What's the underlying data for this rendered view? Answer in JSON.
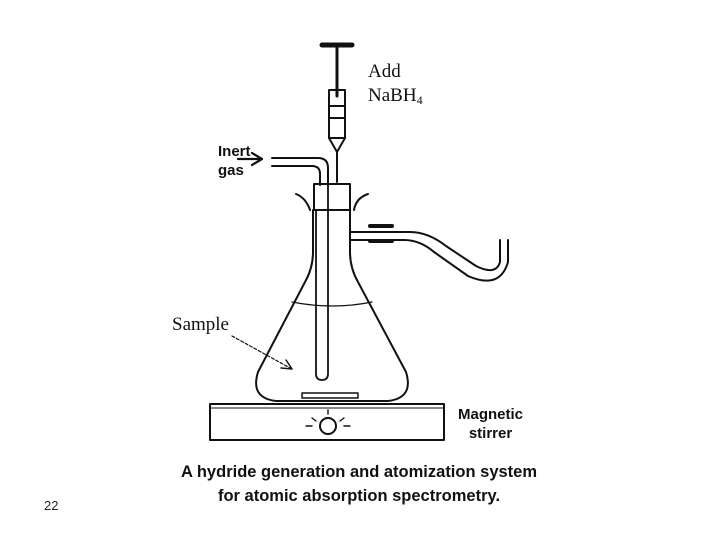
{
  "labels": {
    "add": "Add",
    "reagent_prefix": "NaBH",
    "reagent_subscript": "4",
    "inert_line1": "Inert",
    "inert_line2": "gas",
    "sample": "Sample",
    "stirrer_line1": "Magnetic",
    "stirrer_line2": "stirrer"
  },
  "caption": {
    "line1": "A hydride generation and atomization system",
    "line2": "for atomic absorption spectrometry."
  },
  "slide_number": "22",
  "colors": {
    "ink": "#111111",
    "background": "#ffffff"
  }
}
